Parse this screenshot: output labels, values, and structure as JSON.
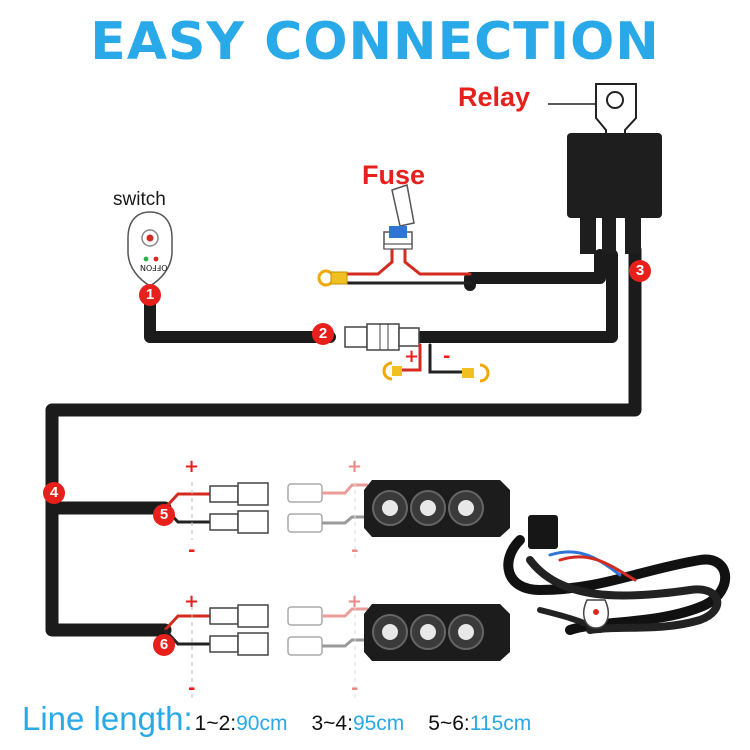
{
  "title": "EASY CONNECTION",
  "colors": {
    "title": "#29a9e8",
    "label": "#e8201c",
    "wire": "#1b1b1b",
    "marker": "#e8201c",
    "accent": "#29a9e8"
  },
  "labels": {
    "relay": "Relay",
    "fuse": "Fuse",
    "switch": "switch",
    "switch_on": "ON",
    "switch_off": "OFF",
    "plus": "+",
    "minus": "-"
  },
  "markers": [
    "1",
    "2",
    "3",
    "4",
    "5",
    "6"
  ],
  "footer": {
    "label": "Line length:",
    "segments": [
      {
        "range": "1~2:",
        "length": "90cm"
      },
      {
        "range": "3~4:",
        "length": "95cm"
      },
      {
        "range": "5~6:",
        "length": "115cm"
      }
    ]
  },
  "icons": [
    "relay-icon",
    "fuse-icon",
    "rocker-switch-icon",
    "connector-icon",
    "ring-terminal-icon",
    "led-light-pod-icon",
    "wiring-harness-photo"
  ]
}
